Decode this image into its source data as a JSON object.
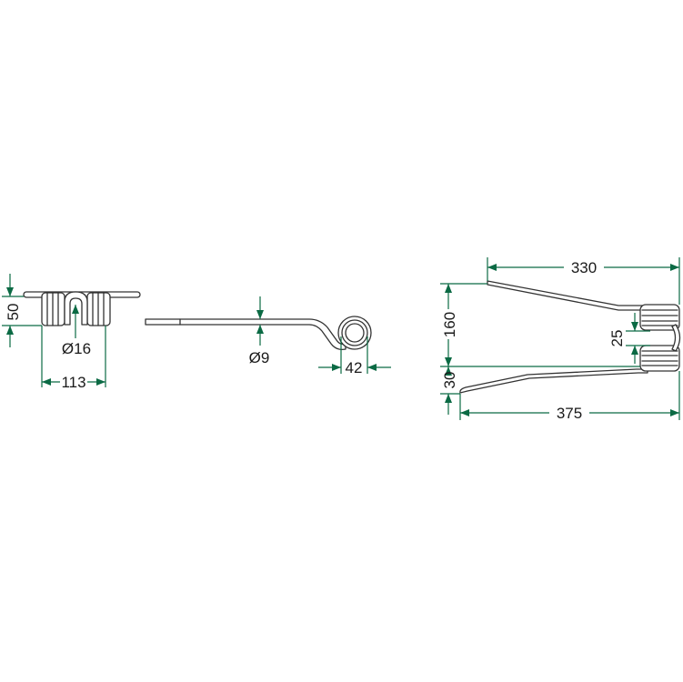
{
  "colors": {
    "dimension": "#0b6a44",
    "outline": "#333333",
    "background": "#ffffff"
  },
  "views": {
    "front": {
      "height": "50",
      "wire_diameter": "Ø16",
      "width": "113"
    },
    "side": {
      "wire_diameter": "Ø9",
      "coil_width": "42"
    },
    "top": {
      "length_short": "330",
      "height": "160",
      "coil_gap": "25",
      "offset": "30",
      "length_total": "375"
    }
  }
}
